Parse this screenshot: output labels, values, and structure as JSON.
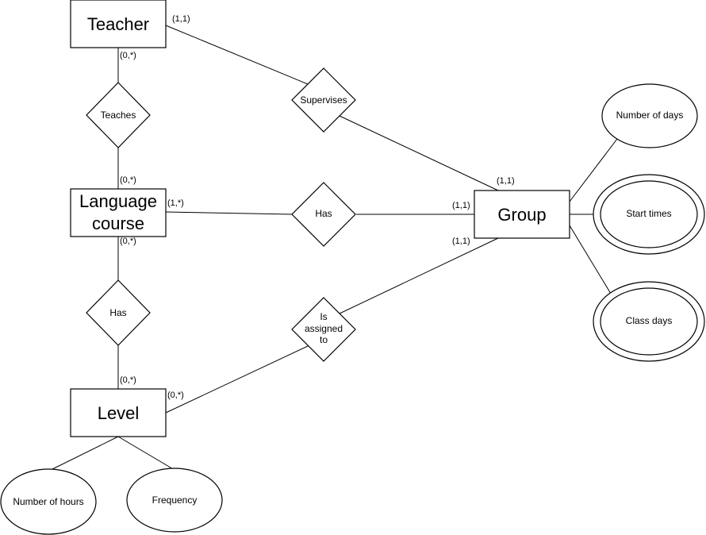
{
  "entities": {
    "teacher": "Teacher",
    "language_course_line1": "Language",
    "language_course_line2": "course",
    "level": "Level",
    "group": "Group"
  },
  "relationships": {
    "teaches": "Teaches",
    "supervises": "Supervises",
    "has_course_group": "Has",
    "has_course_level": "Has",
    "is_assigned_to_line1": "Is",
    "is_assigned_to_line2": "assigned",
    "is_assigned_to_line3": "to"
  },
  "attributes": {
    "number_of_days": "Number of days",
    "start_times": "Start times",
    "class_days": "Class days",
    "number_of_hours": "Number of hours",
    "frequency": "Frequency"
  },
  "cardinalities": {
    "teacher_supervises": "(1,1)",
    "teacher_teaches": "(0,*)",
    "course_teaches": "(0,*)",
    "course_has_group": "(1,*)",
    "course_has_level": "(0,*)",
    "group_supervises": "(1,1)",
    "group_has": "(1,1)",
    "group_assigned": "(1,1)",
    "level_has": "(0,*)",
    "level_assigned": "(0,*)"
  }
}
